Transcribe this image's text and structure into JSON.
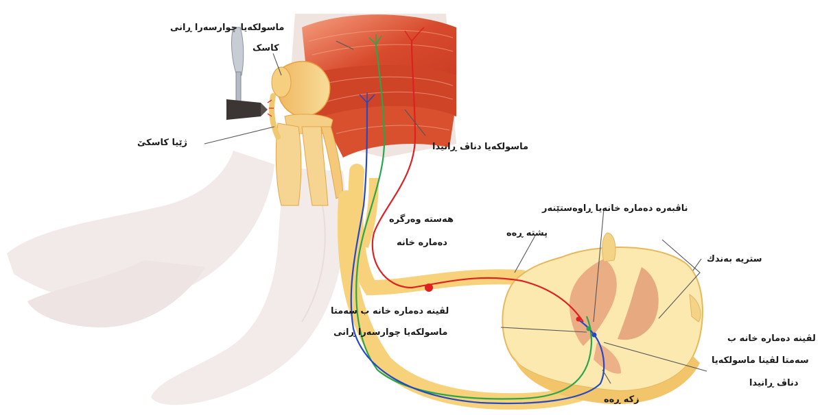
{
  "labels": {
    "quadriceps_muscle": "ماسولکەیا چوارسەرا ڕانی",
    "patella": "کاسک",
    "patellar_tendon": "ژێیا کاسکێ",
    "hamstring_muscle": "ماسولکەیا دناڤ ڕانیدا",
    "interneuron": "ناڤبەرە دەمارە خانەیا ڕاوەستێنەر",
    "dorsal_root": "پشتە ڕەه",
    "sensory_neuron_line1": "هەستە وەرگرە",
    "sensory_neuron_line2": "دەمارە خانە",
    "spinal_cord": "ستریە بەندك",
    "motor_neuron_quad_line1": "لڤینە دەمارە خانە ب سەمتا",
    "motor_neuron_quad_line2": "ماسولکەیا چوارسەرا ڕانی",
    "motor_neuron_ham_line1": "لڤینە دەمارە خانە ب",
    "motor_neuron_ham_line2": "سەمتا لڤینا ماسولکەیا",
    "motor_neuron_ham_line3": "دناڤ ڕانیدا",
    "ventral_root": "زکە ڕەه"
  },
  "colors": {
    "sensory": "#e02020",
    "motor_quadriceps": "#2aa64a",
    "motor_hamstring": "#2548c4",
    "muscle": "#d94a2a",
    "nerve_sheath": "#f7d27a",
    "skin": "#f2e8e4"
  }
}
